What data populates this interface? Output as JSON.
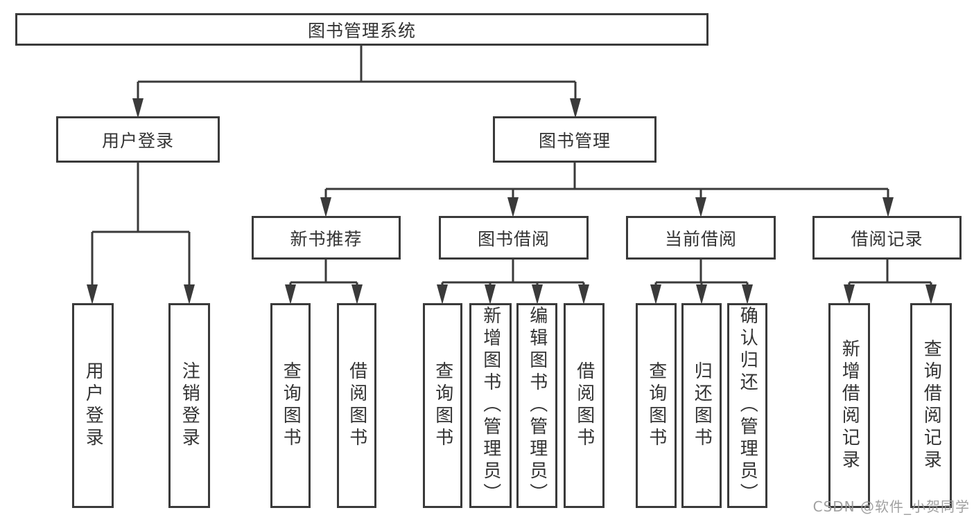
{
  "diagram": {
    "root": {
      "label": "图书管理系统"
    },
    "user_login": {
      "label": "用户登录",
      "children": [
        "用户登录",
        "注销登录"
      ]
    },
    "book_mgmt": {
      "label": "图书管理",
      "sections": [
        {
          "label": "新书推荐",
          "children": [
            "查询图书",
            "借阅图书"
          ]
        },
        {
          "label": "图书借阅",
          "children": [
            "查询图书",
            "新增图书（管理员）",
            "编辑图书（管理员）",
            "借阅图书"
          ]
        },
        {
          "label": "当前借阅",
          "children": [
            "查询图书",
            "归还图书",
            "确认归还（管理员）"
          ]
        },
        {
          "label": "借阅记录",
          "children": [
            "新增借阅记录",
            "查询借阅记录"
          ]
        }
      ]
    }
  },
  "watermark": "CSDN @软件_小贺同学",
  "colors": {
    "line": "#3a3a3a",
    "box_border": "#3a3a3a",
    "text": "#333333",
    "watermark": "#989898",
    "background": "#ffffff"
  }
}
